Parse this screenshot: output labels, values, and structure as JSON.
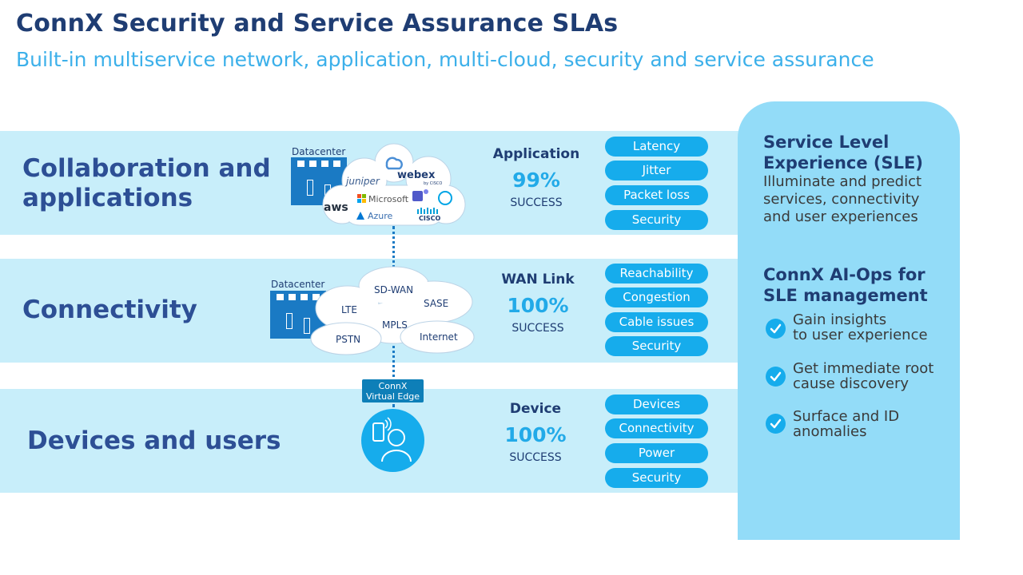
{
  "header": {
    "title": "ConnX Security and Service Assurance SLAs",
    "subtitle": "Built-in multiservice network, application, multi-cloud, security and service assurance"
  },
  "rows": [
    {
      "title_line1": "Collaboration and",
      "title_line2": "applications",
      "datacenter_label": "Datacenter",
      "metric": {
        "name": "Application",
        "value": "99%",
        "status": "SUCCESS"
      },
      "pills": [
        "Latency",
        "Jitter",
        "Packet loss",
        "Security"
      ]
    },
    {
      "title_line1": "Connectivity",
      "datacenter_label": "Datacenter",
      "metric": {
        "name": "WAN Link",
        "value": "100%",
        "status": "SUCCESS"
      },
      "pills": [
        "Reachability",
        "Congestion",
        "Cable issues",
        "Security"
      ]
    },
    {
      "title_line1": "Devices and users",
      "metric": {
        "name": "Device",
        "value": "100%",
        "status": "SUCCESS"
      },
      "pills": [
        "Devices",
        "Connectivity",
        "Power",
        "Security"
      ]
    }
  ],
  "app_cloud": {
    "logos": [
      "juniper",
      "webex",
      "Microsoft",
      "aws",
      "Azure",
      "CISCO"
    ],
    "logo_sublabel": "by CISCO",
    "icons": [
      "google-cloud-icon",
      "teams-icon",
      "skype-icon"
    ]
  },
  "wan_cloud": {
    "labels": [
      "SD-WAN",
      "LTE",
      "SASE",
      "MPLS",
      "PSTN",
      "Internet"
    ]
  },
  "virtual_edge": {
    "line1": "ConnX",
    "line2": "Virtual Edge"
  },
  "panel": {
    "sle_title_line1": "Service Level",
    "sle_title_line2": "Experience (SLE)",
    "sle_text_line1": "Illuminate and predict",
    "sle_text_line2": "services, connectivity",
    "sle_text_line3": "and user experiences",
    "aiops_title_line1": "ConnX AI-Ops for",
    "aiops_title_line2": "SLE management",
    "bullets": [
      {
        "line1": "Gain insights",
        "line2": "to user experience"
      },
      {
        "line1": "Get immediate root",
        "line2": "cause discovery"
      },
      {
        "line1": "Surface and ID",
        "line2": "anomalies"
      }
    ]
  },
  "colors": {
    "navy": "#1f3d73",
    "accent": "#16acec",
    "band": "#c8eefa",
    "panel": "#93dcf8"
  }
}
